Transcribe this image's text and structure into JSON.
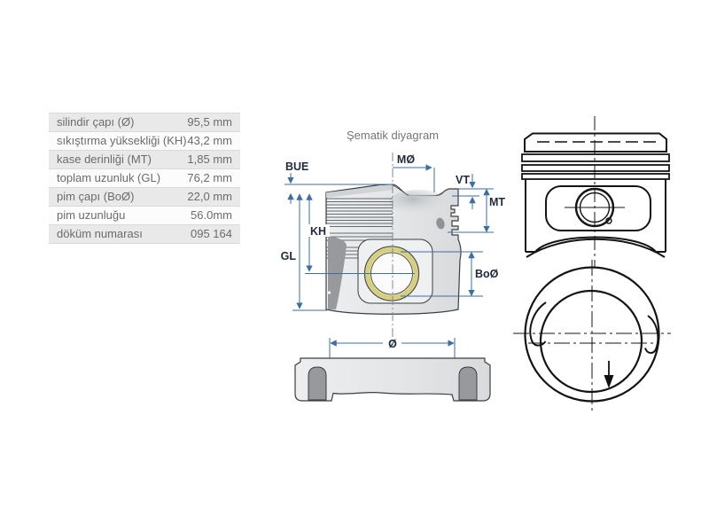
{
  "table": {
    "rows": [
      {
        "label": "silindir çapı (Ø)",
        "value": "95,5 mm"
      },
      {
        "label": "sıkıştırma yüksekliği (KH)",
        "value": "43,2 mm"
      },
      {
        "label": "kase derinliği (MT)",
        "value": "1,85 mm"
      },
      {
        "label": "toplam uzunluk (GL)",
        "value": "76,2 mm"
      },
      {
        "label": "pim çapı (BoØ)",
        "value": "22,0 mm"
      },
      {
        "label": "pim uzunluğu",
        "value": "56.0mm"
      },
      {
        "label": "döküm numarası",
        "value": "095 164"
      }
    ]
  },
  "diagram": {
    "title": "Şematik diyagram",
    "labels": {
      "bue": "BUE",
      "mo": "MØ",
      "vt": "VT",
      "mt": "MT",
      "kh": "KH",
      "gl": "GL",
      "bo": "BoØ",
      "dia": "Ø"
    }
  },
  "colors": {
    "dimension_blue": "#3d6fa3",
    "label_navy": "#1f2a3c",
    "pin_ring_yellow": "#d8cf7a",
    "table_text_gray": "#6b6b6b",
    "drawing_outline": "#3a3f44"
  }
}
